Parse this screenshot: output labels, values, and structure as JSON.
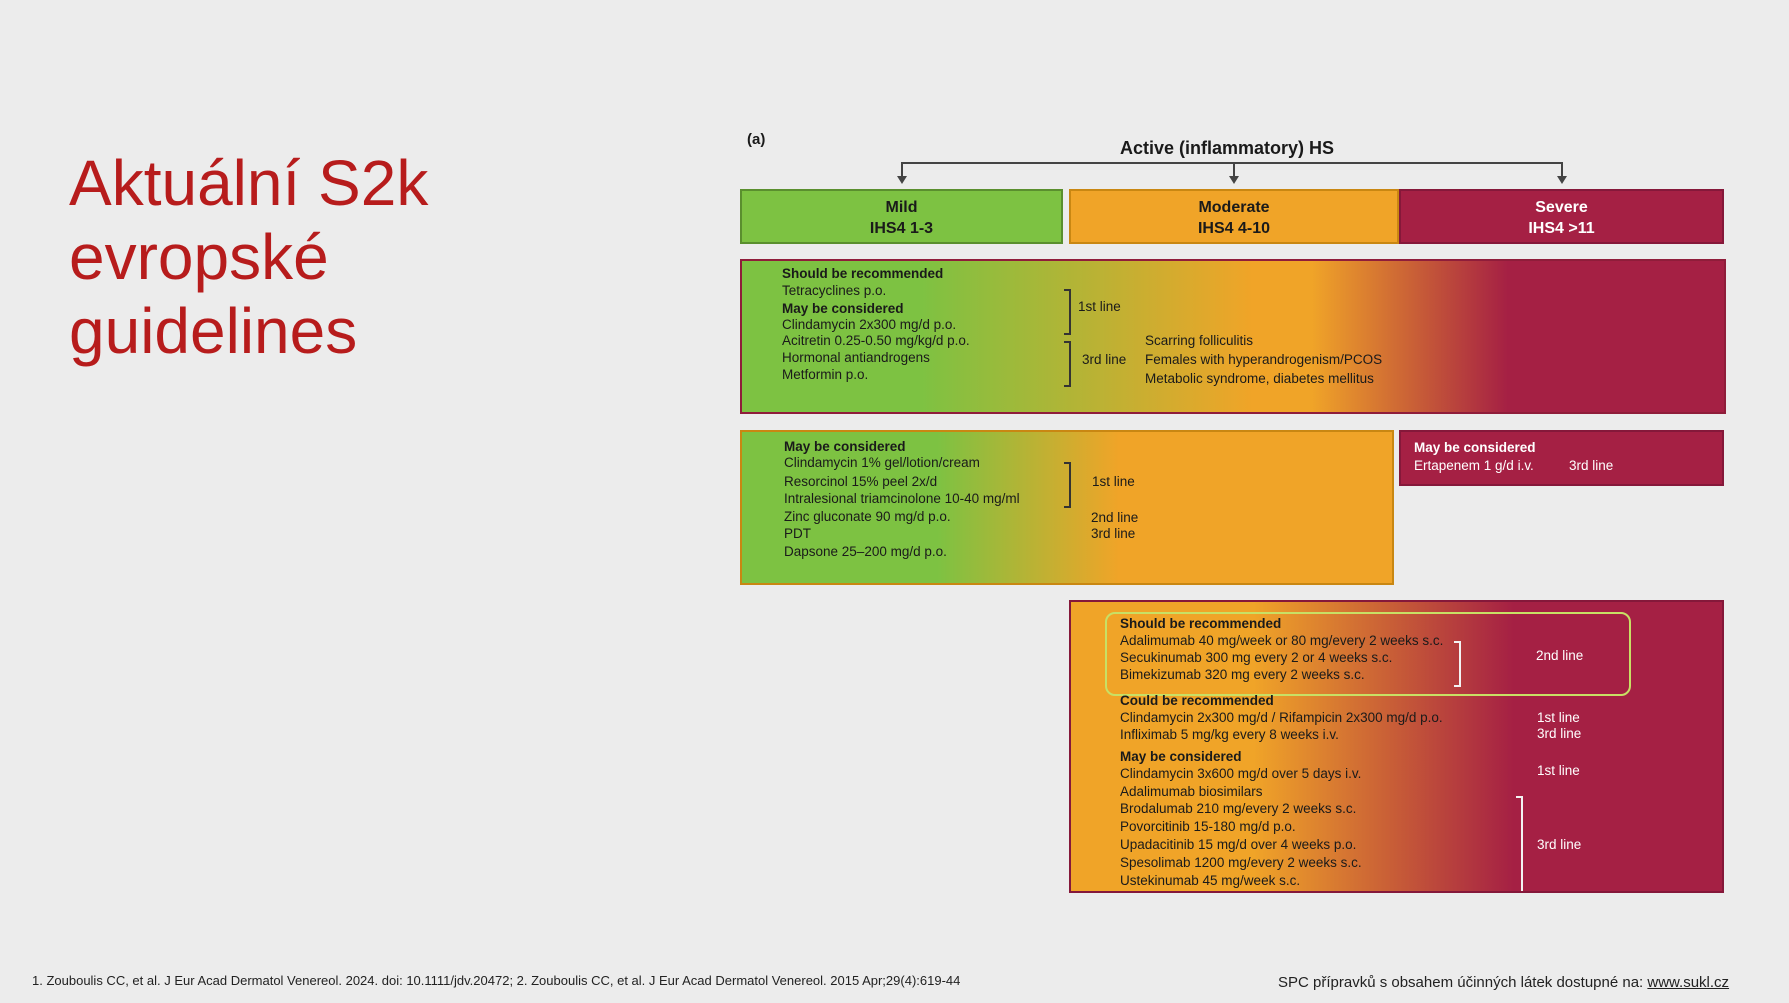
{
  "slide": {
    "title_lines": [
      "Aktuální S2k",
      "evropské",
      "guidelines"
    ]
  },
  "figure": {
    "label": "(a)",
    "title": "Active (inflammatory) HS",
    "severity": [
      {
        "name": "Mild",
        "score": "IHS4 1-3"
      },
      {
        "name": "Moderate",
        "score": "IHS4 4-10"
      },
      {
        "name": "Severe",
        "score": "IHS4 >11"
      }
    ],
    "panel1": {
      "h_should": "Should be recommended",
      "tetracyclines": "Tetracyclines p.o.",
      "h_may": "May be considered",
      "clindamycin": "Clindamycin 2x300 mg/d p.o.",
      "acitretin": "Acitretin 0.25-0.50 mg/kg/d p.o.",
      "antiandrogens": "Hormonal antiandrogens",
      "metformin": "Metformin p.o.",
      "line1": "1st line",
      "line3": "3rd line",
      "note1": "Scarring folliculitis",
      "note2": "Females with hyperandrogenism/PCOS",
      "note3": "Metabolic syndrome, diabetes mellitus"
    },
    "panel2": {
      "h_may": "May be considered",
      "clinda_topical": "Clindamycin 1% gel/lotion/cream",
      "resorcinol": "Resorcinol 15% peel 2x/d",
      "triamcinolone": "Intralesional triamcinolone 10-40 mg/ml",
      "zinc": "Zinc gluconate 90 mg/d p.o.",
      "pdt": "PDT",
      "dapsone": "Dapsone 25–200 mg/d p.o.",
      "line1": "1st line",
      "line2": "2nd line",
      "line3": "3rd line"
    },
    "panel3": {
      "h_may": "May be considered",
      "ertapenem": "Ertapenem 1 g/d i.v.",
      "line3": "3rd line"
    },
    "panel4": {
      "h_should": "Should be recommended",
      "adalimumab": "Adalimumab 40 mg/week or 80 mg/every 2 weeks s.c.",
      "secukinumab": "Secukinumab 300 mg every 2 or 4 weeks s.c.",
      "bimekizumab": "Bimekizumab 320 mg every 2 weeks s.c.",
      "line2": "2nd line",
      "h_could": "Could be recommended",
      "clinda_rif": "Clindamycin 2x300 mg/d / Rifampicin 2x300 mg/d p.o.",
      "infliximab": "Infliximab 5 mg/kg every 8 weeks i.v.",
      "line1a": "1st line",
      "line3a": "3rd line",
      "h_may": "May be considered",
      "clinda_iv": "Clindamycin 3x600 mg/d over 5 days i.v.",
      "line1b": "1st line",
      "ada_bio": "Adalimumab biosimilars",
      "brodalumab": "Brodalumab 210 mg/every 2 weeks s.c.",
      "povorcitinib": "Povorcitinib 15-180 mg/d p.o.",
      "upadacitinib": "Upadacitinib 15 mg/d over 4 weeks p.o.",
      "spesolimab": "Spesolimab 1200 mg/every 2 weeks s.c.",
      "ustekinumab": "Ustekinumab 45 mg/week s.c.",
      "line3b": "3rd line"
    }
  },
  "footer": {
    "references": "1. Zouboulis CC, et al. J Eur Acad Dermatol Venereol. 2024. doi: 10.1111/jdv.20472; 2. Zouboulis CC, et al. J Eur Acad Dermatol Venereol. 2015 Apr;29(4):619-44",
    "spc_text": "SPC přípravků s obsahem účinných látek dostupné na: ",
    "spc_link": "www.sukl.cz"
  },
  "colors": {
    "title_red": "#b71c1c",
    "mild_green": "#7dc242",
    "moderate_orange": "#f0a428",
    "severe_crimson": "#a52044"
  }
}
